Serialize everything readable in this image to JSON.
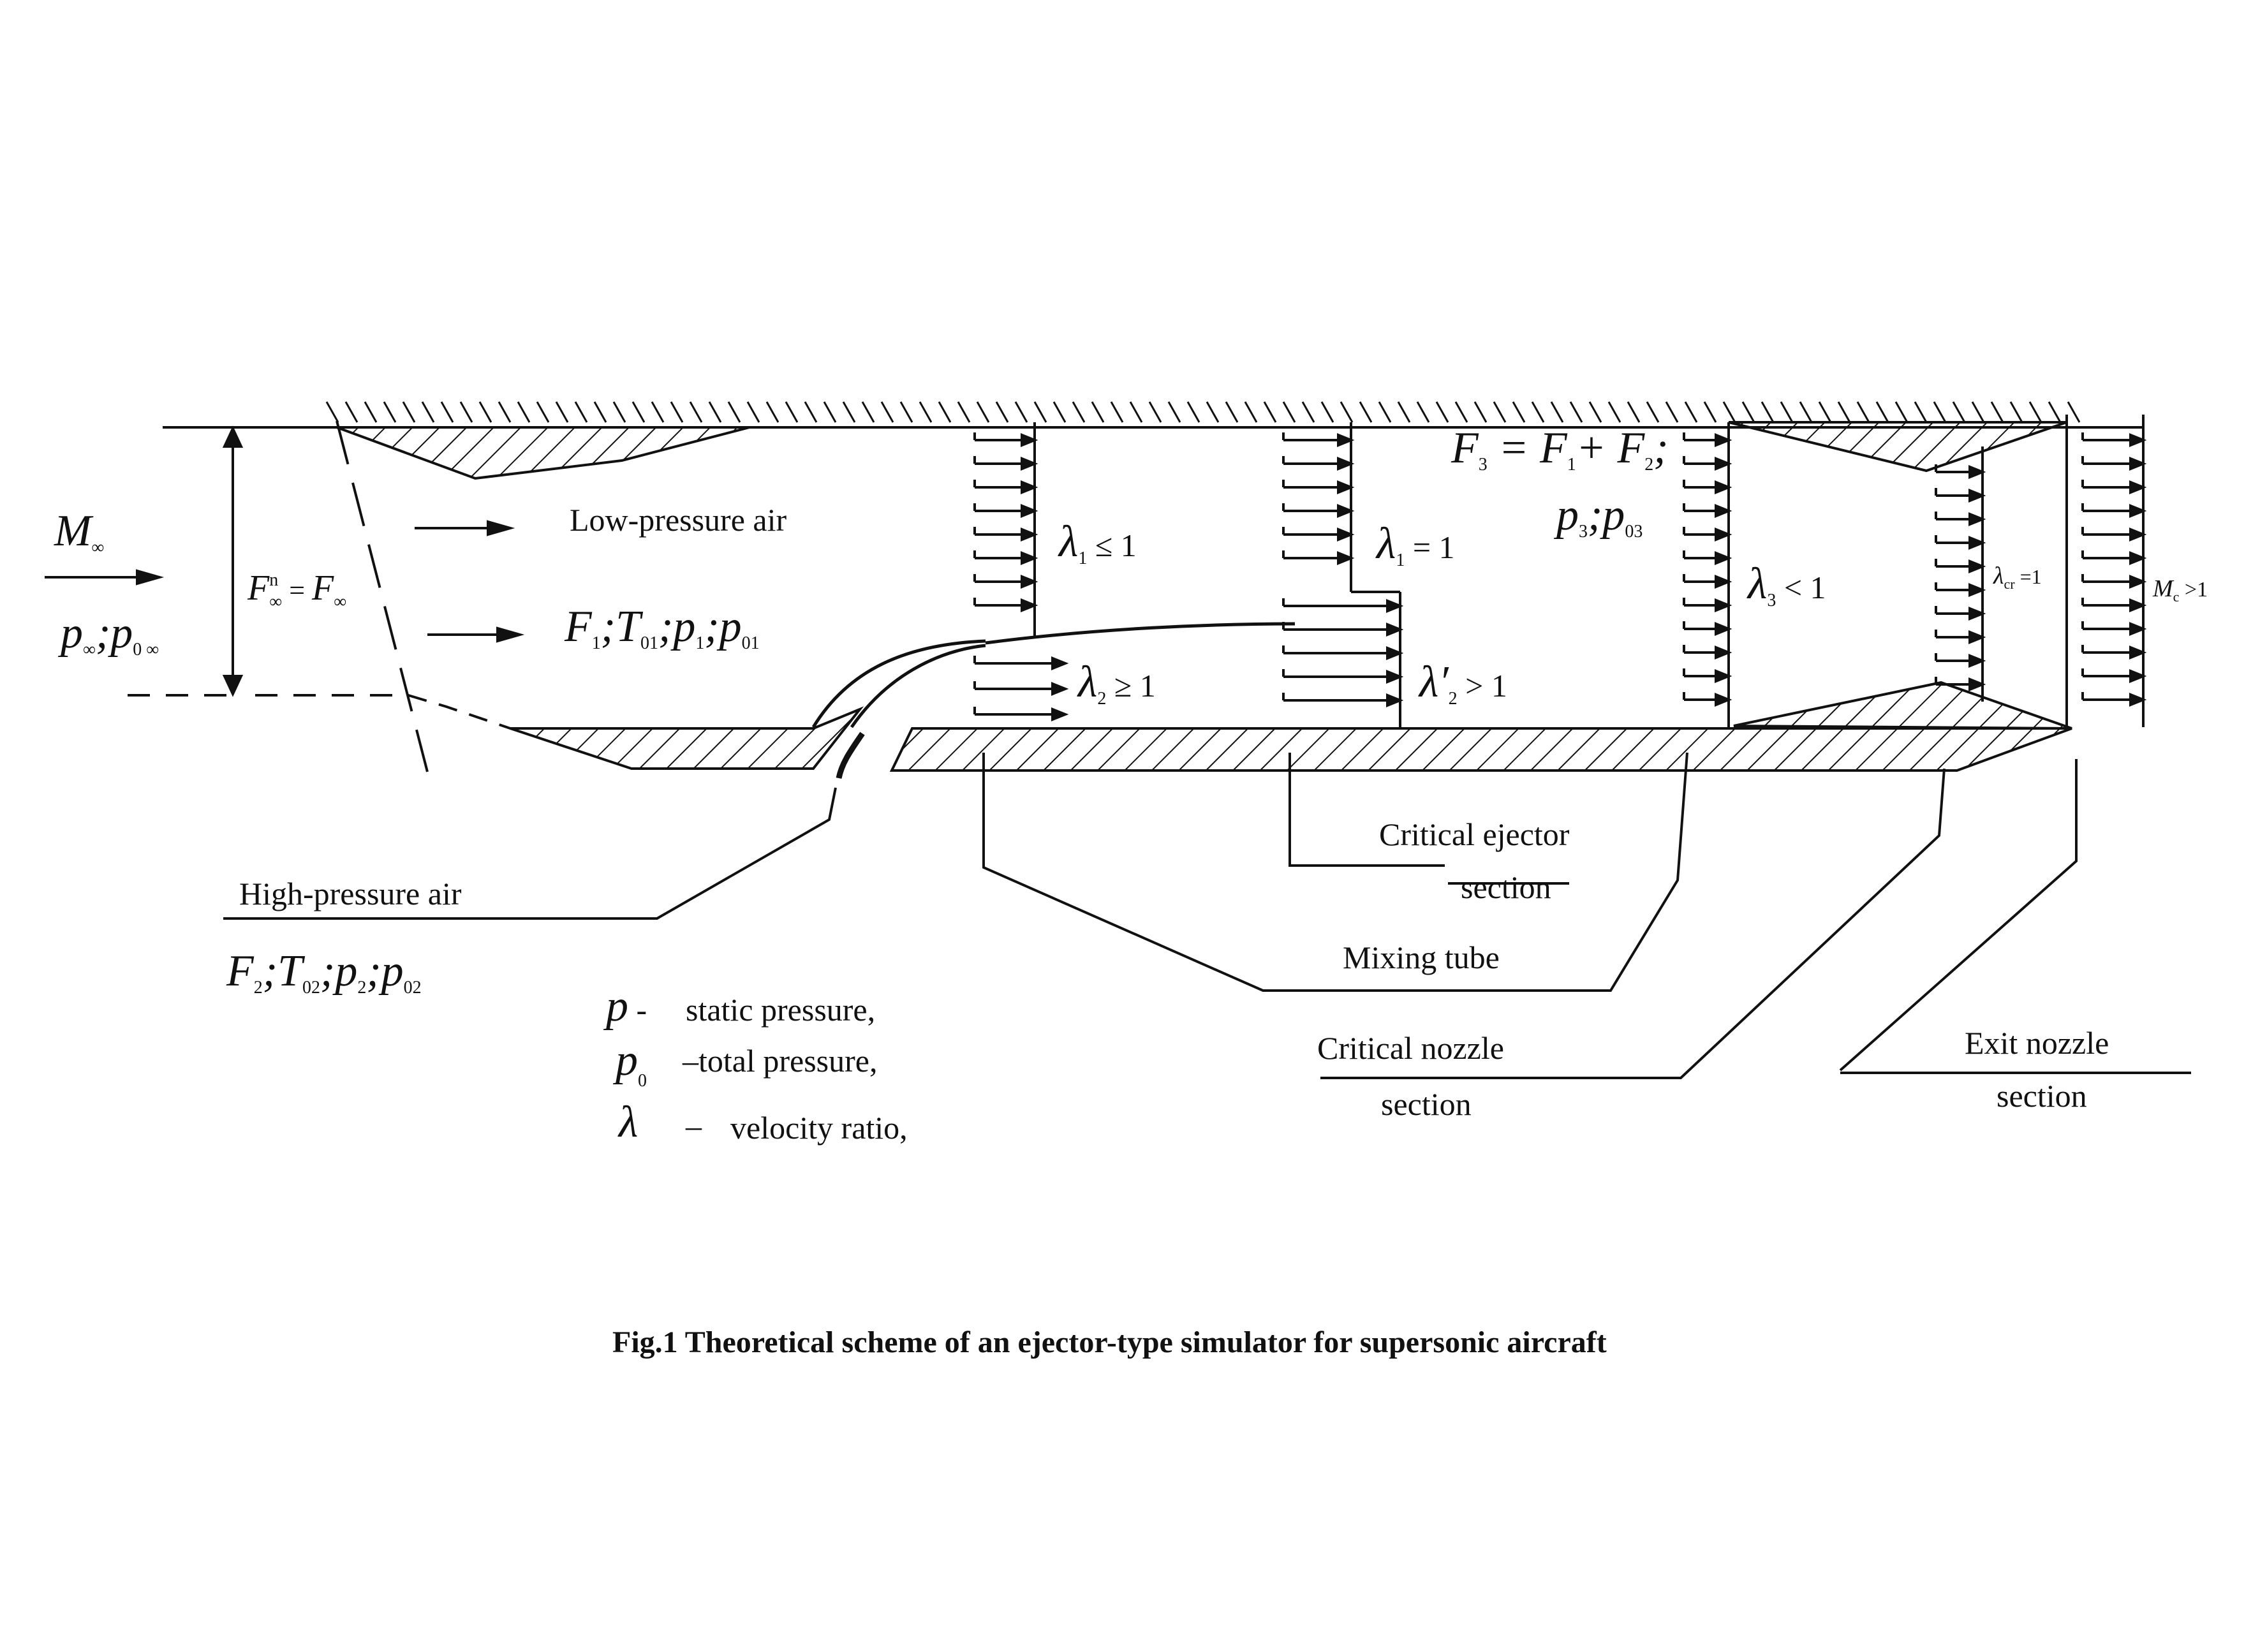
{
  "labels": {
    "low_pressure_air": "Low-pressure  air",
    "high_pressure_air": "High-pressure air",
    "critical_ejector_section_line1": "Critical ejector",
    "critical_ejector_section_line2": "section",
    "mixing_tube": "Mixing tube",
    "critical_nozzle_section_line1": "Critical nozzle",
    "critical_nozzle_section_line2": "section",
    "exit_nozzle_section_line1": "Exit nozzle",
    "exit_nozzle_section_line2": "section"
  },
  "symbols": {
    "m_inf": "M",
    "m_inf_sub": "∞",
    "p_inf_base1": "p",
    "p_inf_sub1": "∞",
    "p_inf_sep": ";",
    "p_inf_base2": "p",
    "p_inf_sub2": "0 ∞",
    "f_inf_base1": "F",
    "f_inf_sup": "n",
    "f_inf_sub1": "∞",
    "f_inf_eq": " = ",
    "f_inf_base2": "F",
    "f_inf_sub2": "∞",
    "flow1_F": "F",
    "flow1_Fsub": "1",
    "flow1_T": ";T",
    "flow1_Tsub": "01",
    "flow1_p": ";p",
    "flow1_psub": "1",
    "flow1_p0": ";p",
    "flow1_p0sub": "01",
    "flow2_F": "F",
    "flow2_Fsub": "2",
    "flow2_T": ";T",
    "flow2_Tsub": "02",
    "flow2_p": ";p",
    "flow2_psub": "2",
    "flow2_p0": ";p",
    "flow2_p0sub": "02",
    "lambda1_le": "λ",
    "lambda1_le_sub": "1",
    "lambda1_le_rel": " ≤ 1",
    "lambda2_ge": "λ",
    "lambda2_ge_sub": "2",
    "lambda2_ge_rel": " ≥ 1",
    "lambda1_eq": "λ",
    "lambda1_eq_sub": "1",
    "lambda1_eq_rel": " = 1",
    "lambda2p": "λ′",
    "lambda2p_sub": "2",
    "lambda2p_rel": " > 1",
    "f3_F3": "F",
    "f3_F3sub": "3",
    "f3_eq": " = F",
    "f3_F1sub": "1",
    "f3_plus": "+ F",
    "f3_F2sub": "2",
    "f3_semi": ";",
    "p3_p": "p",
    "p3_psub": "3",
    "p3_p0": ";p",
    "p3_p0sub": "03",
    "lambda3": "λ",
    "lambda3_sub": "3",
    "lambda3_rel": " < 1",
    "lambda_cr": "λ",
    "lambda_cr_sub": "cr",
    "lambda_cr_rel": " =1",
    "mc": "M",
    "mc_sub": "c",
    "mc_rel": " >1"
  },
  "legend": {
    "p_symbol": "p",
    "p_dash": " -",
    "p_text": "static  pressure,",
    "p0_symbol": "p",
    "p0_sub": "0",
    "p0_text": "–total   pressure,",
    "lambda_symbol": "λ",
    "lambda_dash": "–",
    "lambda_text": "velocity ratio,"
  },
  "caption": "Fig.1 Theoretical scheme of an ejector-type simulator for supersonic aircraft"
}
